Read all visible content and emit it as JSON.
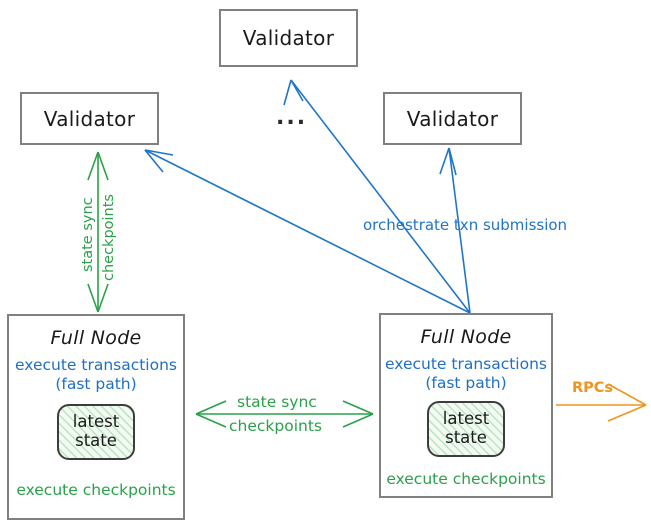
{
  "diagram": {
    "title": "Sui network architecture: validators, full nodes, state sync and transaction submission",
    "colors": {
      "box_border": "#808080",
      "blue": "#2175c9",
      "green": "#2aa14a",
      "orange": "#f0941e",
      "text": "#1a1a1a",
      "state_border": "#3d3d3d",
      "state_fill": "#f2faf2"
    }
  },
  "validators": [
    {
      "id": "validator-top",
      "label": "Validator"
    },
    {
      "id": "validator-left",
      "label": "Validator"
    },
    {
      "id": "validator-right",
      "label": "Validator"
    }
  ],
  "ellipsis": {
    "label": "..."
  },
  "full_nodes": [
    {
      "id": "full-node-left",
      "title": "Full Node",
      "blue_line1": "execute transactions",
      "blue_line2": "(fast path)",
      "state_line1": "latest",
      "state_line2": "state",
      "green_footer": "execute checkpoints"
    },
    {
      "id": "full-node-right",
      "title": "Full Node",
      "blue_line1": "execute transactions",
      "blue_line2": "(fast path)",
      "state_line1": "latest",
      "state_line2": "state",
      "green_footer": "execute checkpoints"
    }
  ],
  "edge_labels": {
    "orchestrate": "orchestrate txn submission",
    "state_sync_vertical_line1": "state sync",
    "state_sync_vertical_line2": "checkpoints",
    "state_sync_center_line1": "state sync",
    "state_sync_center_line2": "checkpoints",
    "rpcs": "RPCs"
  }
}
